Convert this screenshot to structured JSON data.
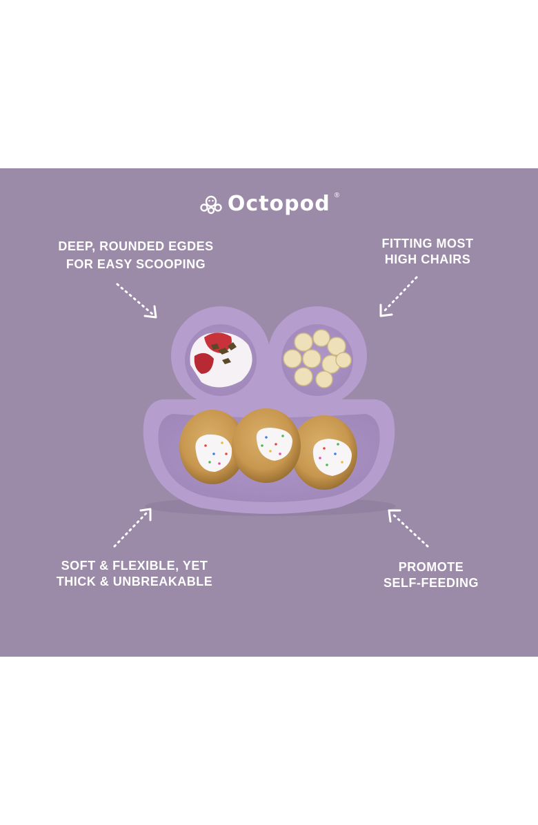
{
  "brand": {
    "name": "Octopod",
    "registered": "®"
  },
  "captions": {
    "top_left": [
      "DEEP, ROUNDED EGDES",
      "FOR EASY SCOOPING"
    ],
    "top_right": [
      "FITTING MOST",
      "HIGH CHAIRS"
    ],
    "bottom_left": [
      "SOFT & FLEXIBLE, YET",
      "THICK & UNBREAKABLE"
    ],
    "bottom_right": [
      "PROMOTE",
      "SELF-FEEDING"
    ]
  },
  "colors": {
    "panel": "#9c8aa9",
    "plate": "#b49ccc",
    "plate_shadow": "#a58dbd",
    "text": "#ffffff"
  }
}
